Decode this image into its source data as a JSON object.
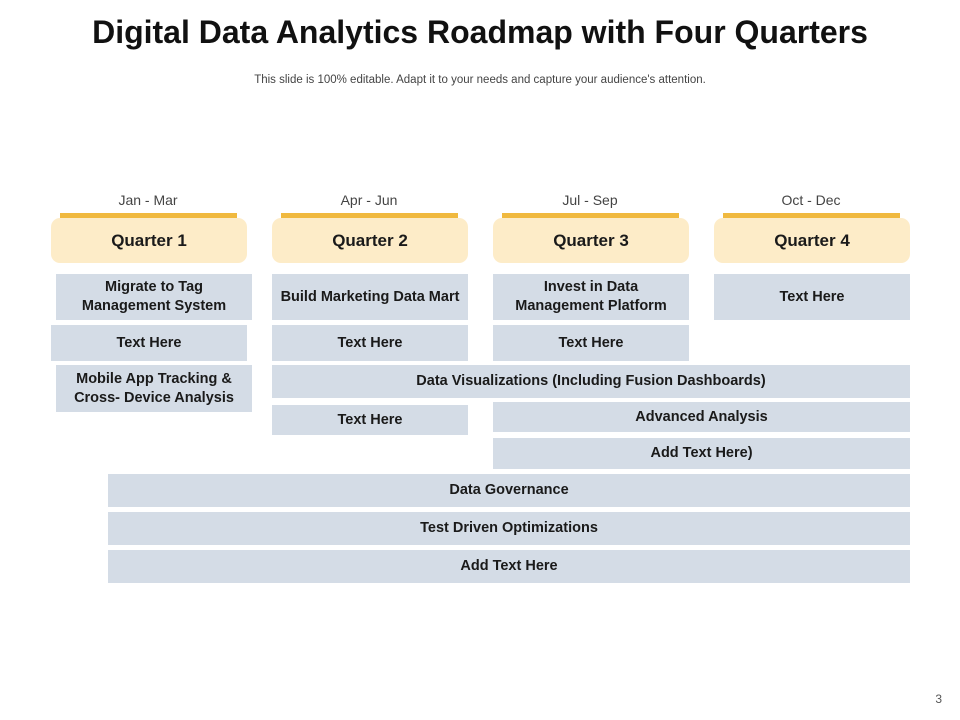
{
  "header": {
    "title": "Digital Data Analytics Roadmap with Four Quarters",
    "subtitle": "This slide is 100% editable. Adapt it to your needs and capture your audience's attention."
  },
  "quarters": [
    {
      "period": "Jan - Mar",
      "label": "Quarter 1"
    },
    {
      "period": "Apr - Jun",
      "label": "Quarter 2"
    },
    {
      "period": "Jul - Sep",
      "label": "Quarter 3"
    },
    {
      "period": "Oct - Dec",
      "label": "Quarter 4"
    }
  ],
  "tasks": {
    "q1_a": "Migrate to Tag Management System",
    "q1_b": "Text Here",
    "q1_c": "Mobile App Tracking & Cross- Device Analysis",
    "q2_a": "Build Marketing Data Mart",
    "q2_b": "Text Here",
    "q2_c": "Text Here",
    "q3_a": "Invest in Data Management Platform",
    "q3_b": "Text Here",
    "q4_a": "Text Here",
    "data_viz": "Data Visualizations (Including Fusion Dashboards)",
    "advanced": "Advanced Analysis",
    "add_text_q34": "Add Text Here)",
    "governance": "Data Governance",
    "test_driven": "Test Driven Optimizations",
    "add_text_full": "Add Text Here"
  },
  "footer": {
    "page_number": "3"
  },
  "colors": {
    "accent_bar": "#f0b93f",
    "quarter_fill": "#fdecc8",
    "task_fill": "#d4dce6"
  }
}
